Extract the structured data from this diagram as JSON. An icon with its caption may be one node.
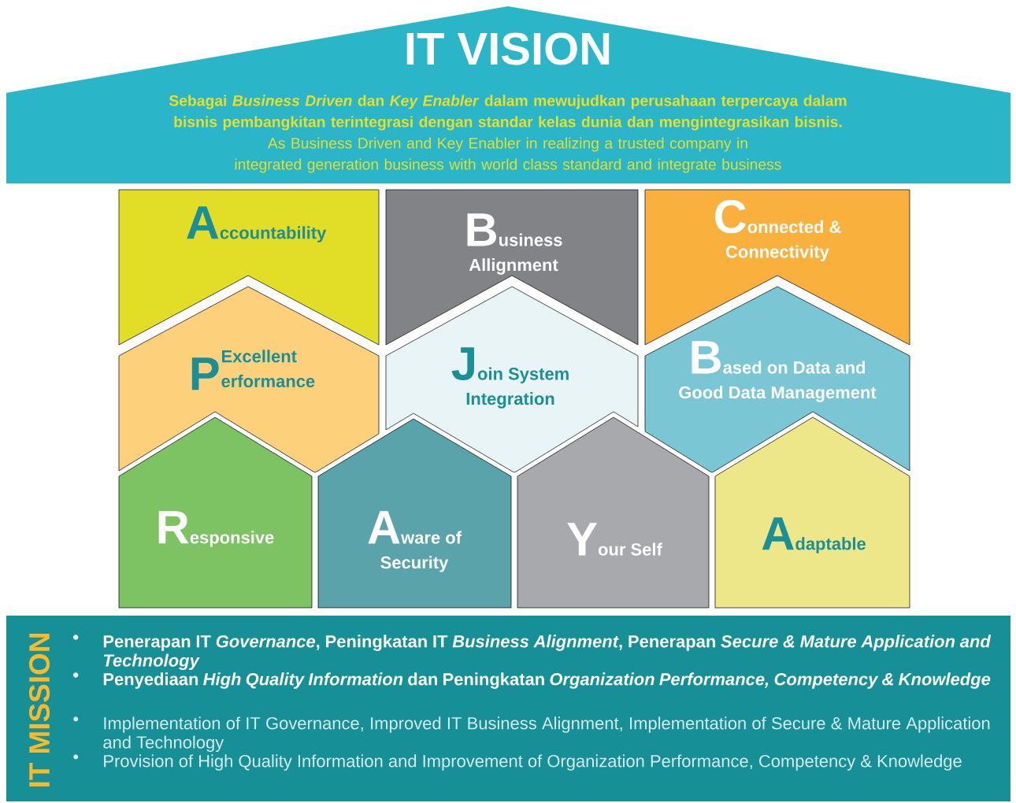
{
  "diagram": {
    "labels": [
      "•",
      "•",
      "•",
      "•"
    ],
    "nodes": [
      {
        "text": [
          "IT VISION",
          "Sebagai *Business Driven* dan *Key Enabler* dalam mewujudkan perusahaan terpercaya dalam bisnis pembangkitan terintegrasi dengan standar kelas dunia dan mengintegrasikan bisnis.",
          "As Business Driven and Key Enabler in realizing a trusted company in integrated generation business with world class standard and integrate business"
        ]
      },
      {
        "text": [
          "A",
          "ccountability"
        ]
      },
      {
        "text": [
          "B",
          "usiness",
          "Allignment"
        ]
      },
      {
        "text": [
          "C",
          "onnected &",
          "Connectivity"
        ]
      },
      {
        "text": [
          "Excellent",
          "P",
          "erformance"
        ]
      },
      {
        "text": [
          "J",
          "oin System",
          "Integration"
        ]
      },
      {
        "text": [
          "B",
          "ased on Data and",
          "Good Data Management"
        ]
      },
      {
        "text": [
          "R",
          "esponsive"
        ]
      },
      {
        "text": [
          "A",
          "ware of",
          "Security"
        ]
      },
      {
        "text": [
          "Y",
          "our Self"
        ]
      },
      {
        "text": [
          "A",
          "daptable"
        ]
      },
      {
        "text": [
          "IT MISSION",
          "Penerapan IT *Governance*, Peningkatan IT *Business Alignment*, Penerapan *Secure & Mature Application and Technology*",
          "Penyediaan *High Quality Information* dan Peningkatan *Organization Performance, Competency & Knowledge*",
          "Implementation of IT Governance, Improved IT Business Alignment, Implementation of Secure & Mature Application and Technology",
          "Provision of High Quality Information and Improvement of Organization Performance, Competency & Knowledge"
        ]
      }
    ]
  }
}
